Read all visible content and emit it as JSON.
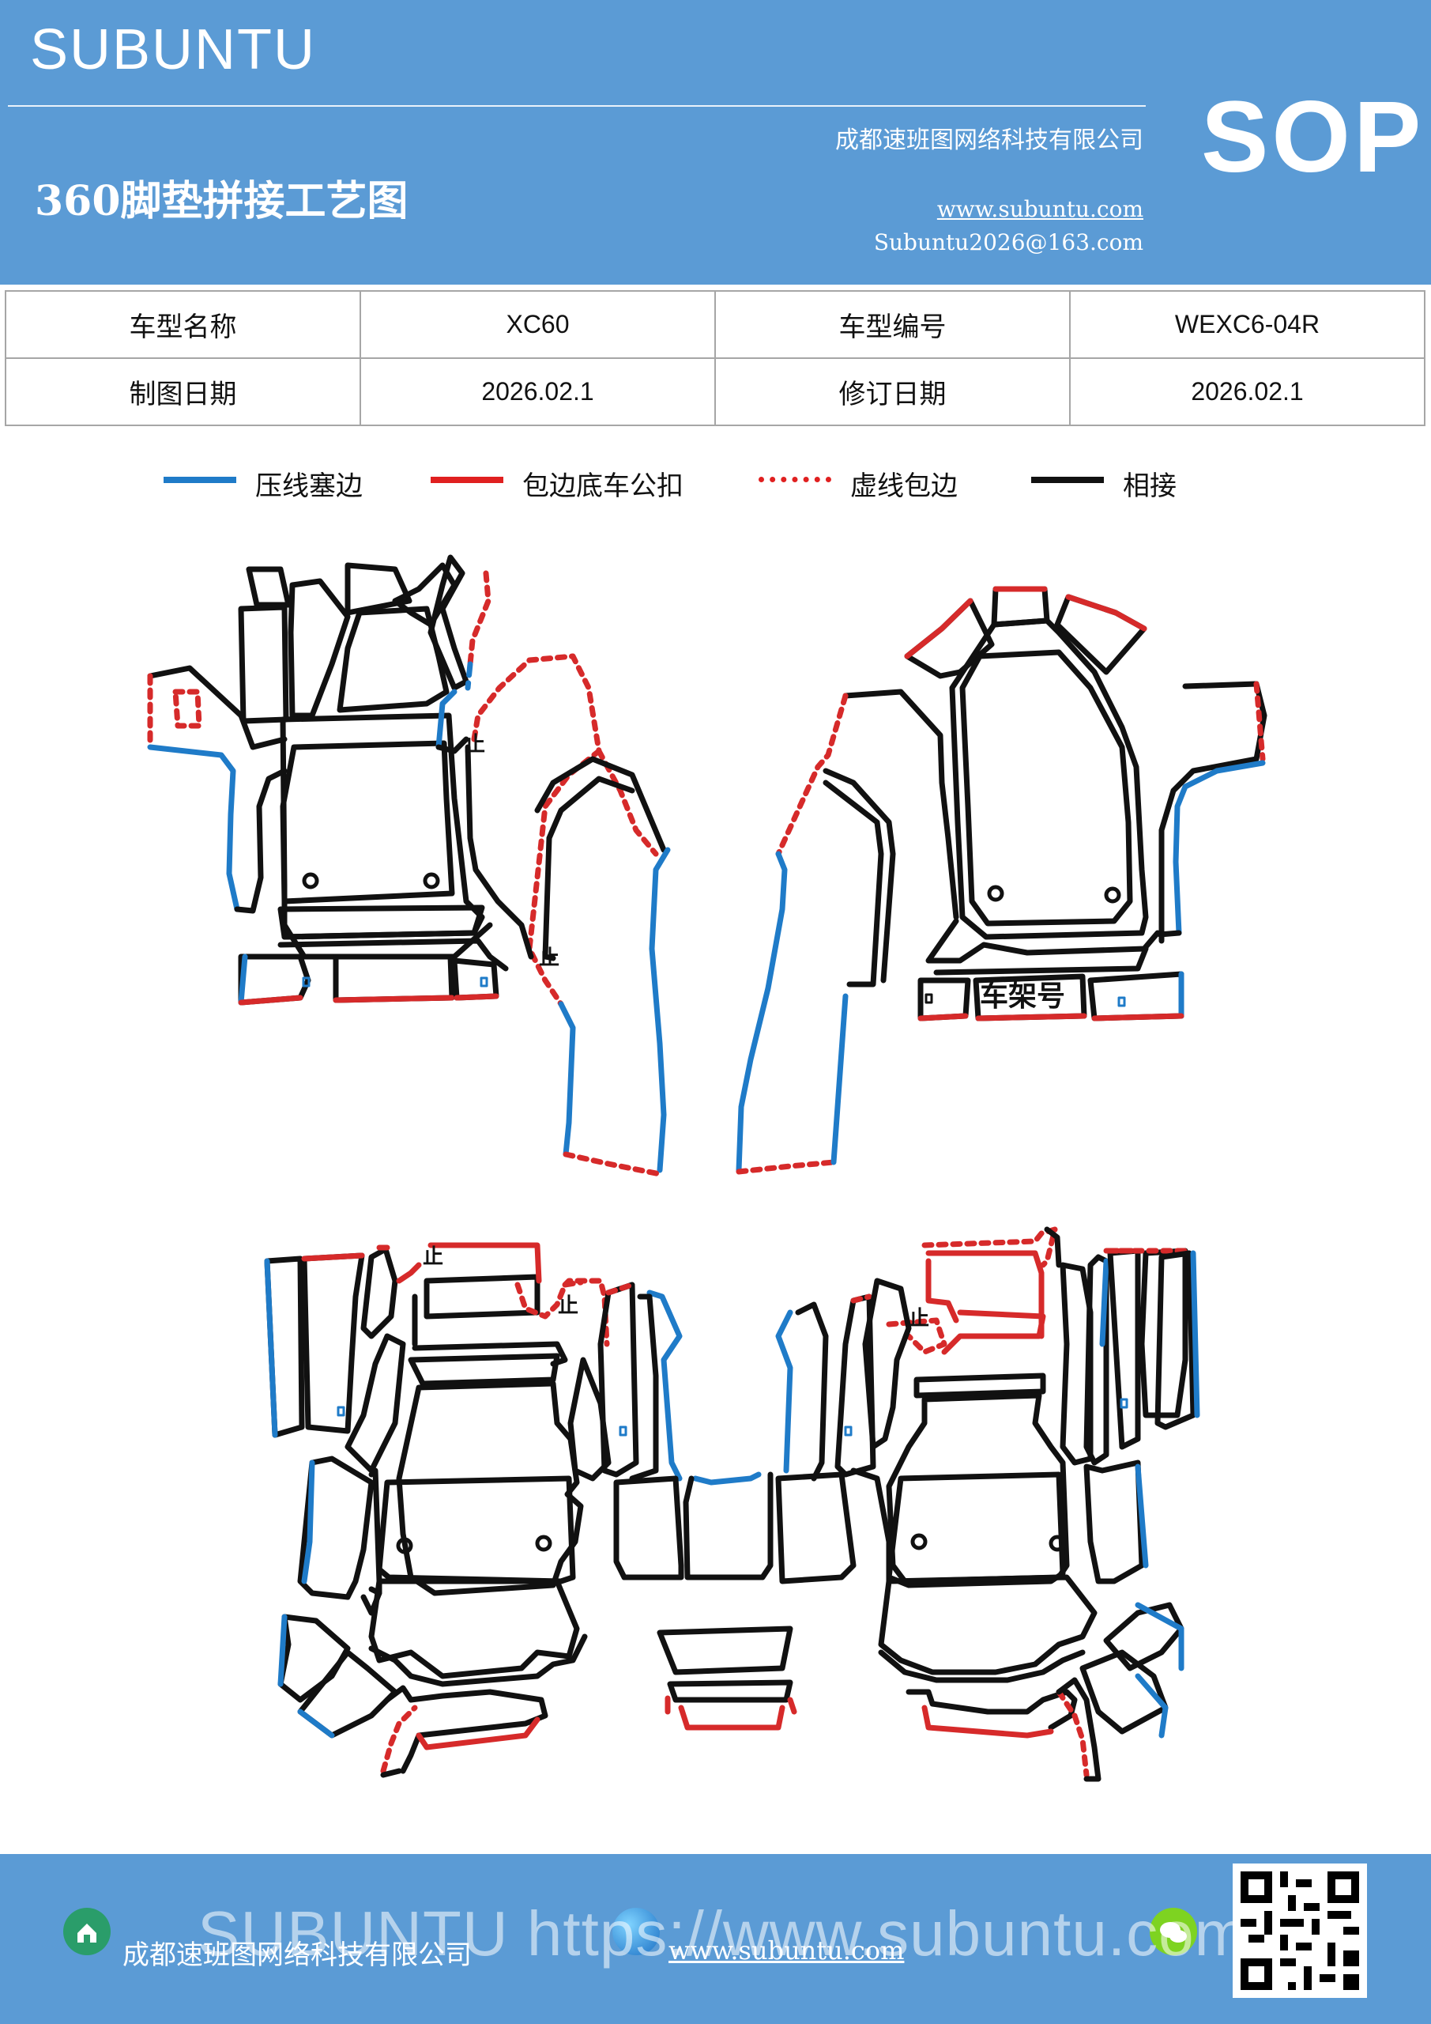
{
  "header": {
    "brand": "SUBUNTU",
    "doc_title": "360脚垫拼接工艺图",
    "company": "成都速班图网络科技有限公司",
    "website": "www.subuntu.com",
    "email": "Subuntu2026@163.com",
    "badge": "SOP"
  },
  "info": {
    "model_name_label": "车型名称",
    "model_name": "XC60",
    "model_code_label": "车型编号",
    "model_code": "WEXC6-04R",
    "draw_date_label": "制图日期",
    "draw_date": "2026.02.1",
    "revise_date_label": "修订日期",
    "revise_date": "2026.02.1"
  },
  "legend": [
    {
      "label": "压线塞边",
      "color": "#1f7bc8",
      "style": "solid"
    },
    {
      "label": "包边底车公扣",
      "color": "#e02020",
      "style": "solid"
    },
    {
      "label": "虚线包边",
      "color": "#e02020",
      "style": "dashed"
    },
    {
      "label": "相接",
      "color": "#111111",
      "style": "solid"
    }
  ],
  "diagram": {
    "marks": [
      "止",
      "止",
      "止",
      "止",
      "止"
    ],
    "frame_label": "车架号",
    "colors": {
      "black": "#111111",
      "blue": "#1f7bc8",
      "red": "#d62a2a"
    }
  },
  "footer": {
    "company": "成都速班图网络科技有限公司",
    "website": "www.subuntu.com",
    "watermark": "SUBUNTU https://www.subuntu.com"
  }
}
